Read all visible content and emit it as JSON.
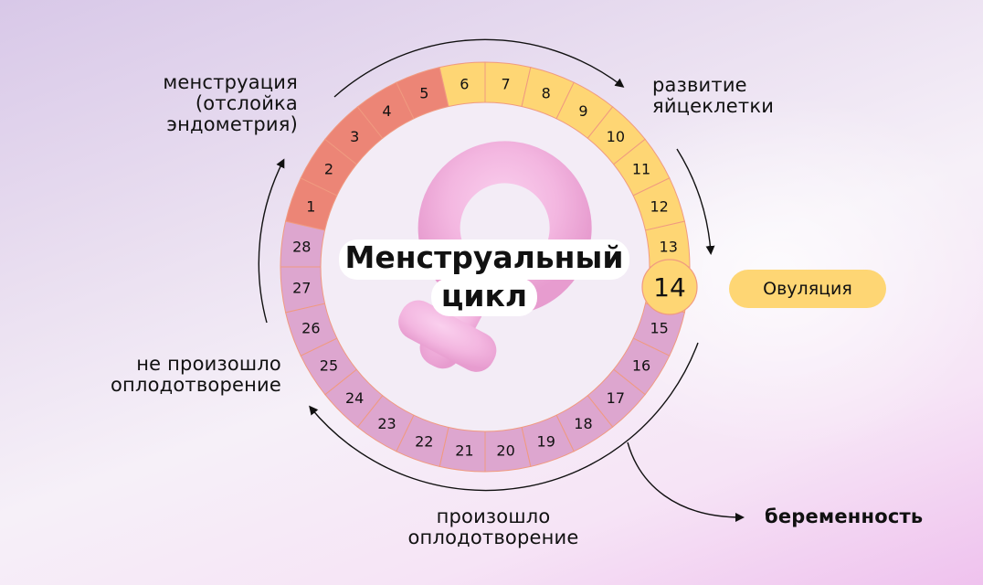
{
  "title": {
    "line1": "Менструальный",
    "line2": "цикл"
  },
  "phases": {
    "menstruation": {
      "line1": "менструация",
      "line2": "(отслойка",
      "line3": "эндометрия)",
      "days": [
        1,
        2,
        3,
        4,
        5
      ],
      "color": "#ec8576"
    },
    "egg_development": {
      "line1": "развитие",
      "line2": "яйцеклетки",
      "days": [
        6,
        7,
        8,
        9,
        10,
        11,
        12,
        13,
        14
      ],
      "color": "#fed674"
    },
    "luteal": {
      "days": [
        15,
        16,
        17,
        18,
        19,
        20,
        21,
        22,
        23,
        24,
        25,
        26,
        27,
        28
      ],
      "color": "#dda6cf"
    }
  },
  "ovulation": {
    "day": "14",
    "label": "Овуляция",
    "color": "#fed674"
  },
  "outcomes": {
    "no_fertilization": {
      "line1": "не произошло",
      "line2": "оплодотворение"
    },
    "fertilization": {
      "line1": "произошло",
      "line2": "оплодотворение"
    },
    "pregnancy": "беременность"
  },
  "ring": {
    "total_days": 28,
    "segment_stroke": "#f09a80",
    "center_icon": "female-symbol-icon"
  }
}
